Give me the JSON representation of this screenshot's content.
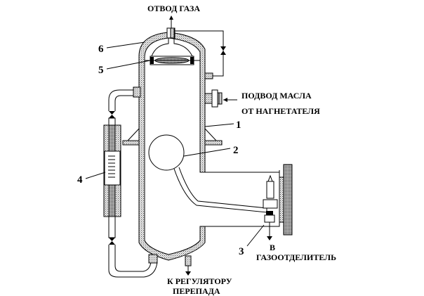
{
  "labels": {
    "gas_outlet": "ОТВОД ГАЗА",
    "oil_inlet_line1": "ПОДВОД МАСЛА",
    "oil_inlet_line2": "ОТ НАГНЕТАТЕЛЯ",
    "to_regulator_line1": "К РЕГУЛЯТОРУ",
    "to_regulator_line2": "ПЕРЕПАДА",
    "to_separator_line1": "В",
    "to_separator_line2": "ГАЗООТДЕЛИТЕЛЬ"
  },
  "callouts": [
    {
      "id": "1",
      "text": "1"
    },
    {
      "id": "2",
      "text": "2"
    },
    {
      "id": "3",
      "text": "3"
    },
    {
      "id": "4",
      "text": "4"
    },
    {
      "id": "5",
      "text": "5"
    },
    {
      "id": "6",
      "text": "6"
    }
  ]
}
